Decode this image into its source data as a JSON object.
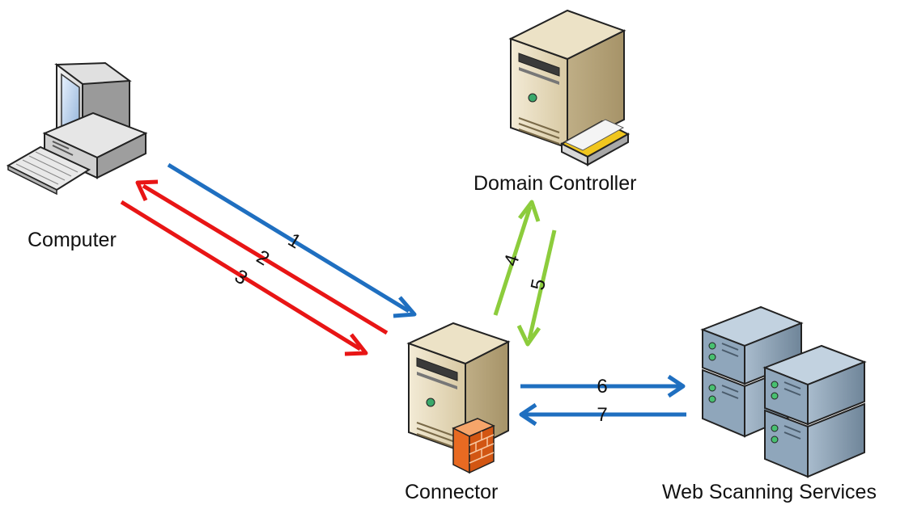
{
  "nodes": {
    "computer": {
      "label": "Computer"
    },
    "connector": {
      "label": "Connector"
    },
    "domain_controller": {
      "label": "Domain Controller"
    },
    "web_scanning": {
      "label": "Web Scanning Services"
    }
  },
  "flows": [
    {
      "step": "1",
      "from": "Computer",
      "to": "Connector",
      "color": "#1f6fc0"
    },
    {
      "step": "2",
      "from": "Connector",
      "to": "Computer",
      "color": "#e81515"
    },
    {
      "step": "3",
      "from": "Computer",
      "to": "Connector",
      "color": "#e81515"
    },
    {
      "step": "4",
      "from": "Connector",
      "to": "Domain Controller",
      "color": "#8ccc3c"
    },
    {
      "step": "5",
      "from": "Domain Controller",
      "to": "Connector",
      "color": "#8ccc3c"
    },
    {
      "step": "6",
      "from": "Connector",
      "to": "Web Scanning Services",
      "color": "#1f6fc0"
    },
    {
      "step": "7",
      "from": "Web Scanning Services",
      "to": "Connector",
      "color": "#1f6fc0"
    }
  ]
}
